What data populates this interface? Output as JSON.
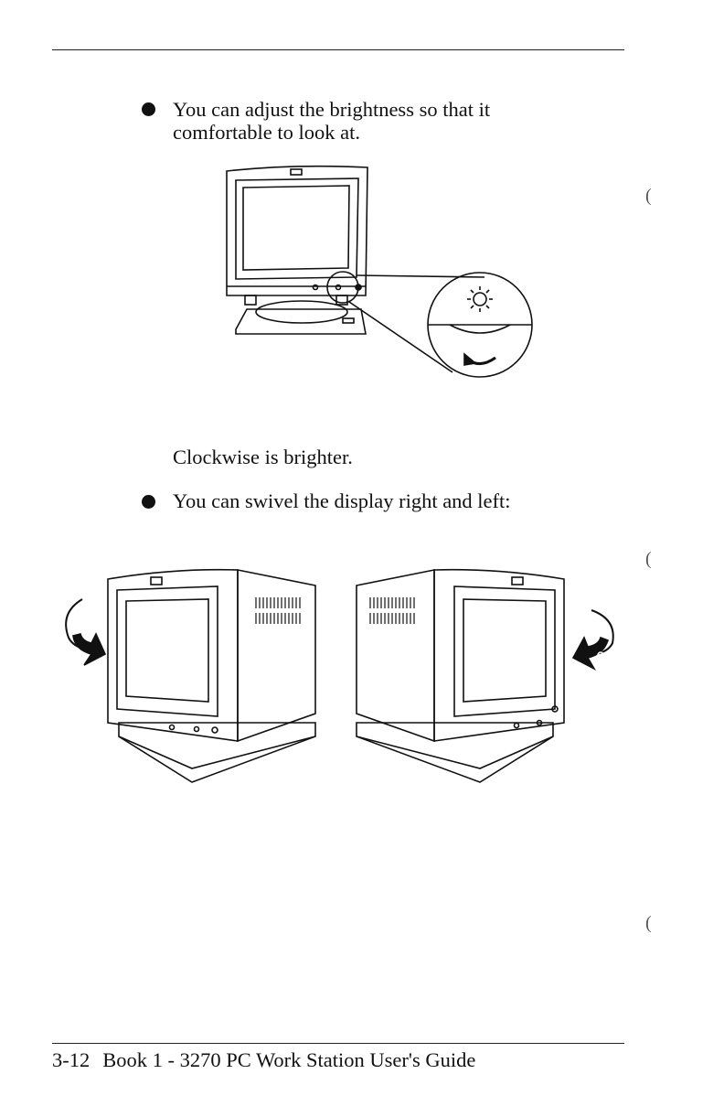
{
  "bullets": [
    {
      "line1": "You can adjust the brightness so that it",
      "line2": "comfortable to look at."
    },
    {
      "line1": "You can swivel the display right and left:"
    }
  ],
  "caption": "Clockwise is brighter.",
  "footer": {
    "page_number": "3-12",
    "title": "Book 1 - 3270 PC Work Station User's Guide"
  },
  "figures": {
    "brightness": {
      "icon": "sun-brightness-icon",
      "arrow": "clockwise-arrow-icon"
    },
    "swivel": {
      "left_arrow": "swivel-left-arrow-icon",
      "right_arrow": "swivel-right-arrow-icon"
    }
  },
  "colors": {
    "ink": "#111111",
    "paper": "#ffffff"
  }
}
